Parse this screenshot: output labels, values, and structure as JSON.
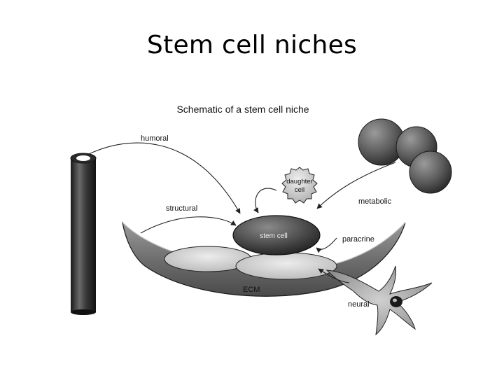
{
  "slide": {
    "title": "Stem cell niches"
  },
  "figure": {
    "title": "Schematic of a stem cell niche",
    "labels": {
      "humoral": "humoral",
      "structural": "structural",
      "daughter_line1": "daughter",
      "daughter_line2": "cell",
      "metabolic": "metabolic",
      "stem_cell": "stem cell",
      "paracrine": "paracrine",
      "ecm": "ECM",
      "neural": "neural"
    }
  }
}
